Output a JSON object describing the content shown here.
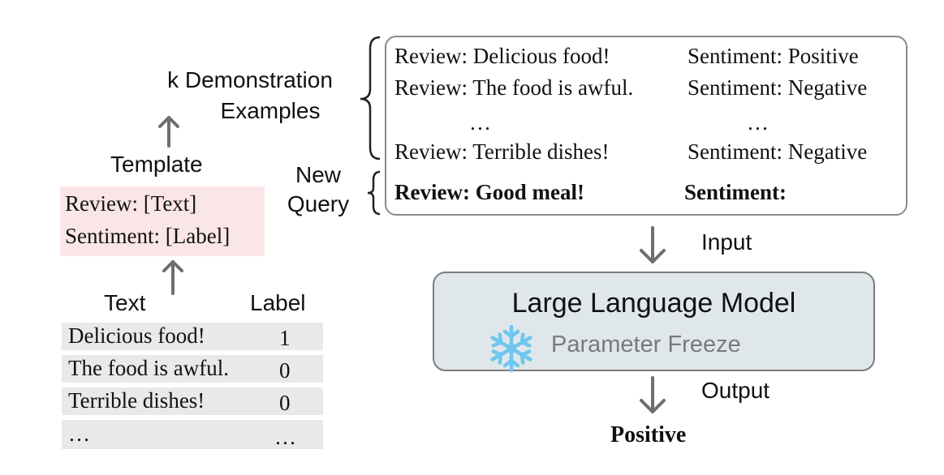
{
  "left": {
    "demo_label_line1": "k Demonstration",
    "demo_label_line2": "Examples",
    "template_label": "Template",
    "template_lines": [
      "Review: [Text]",
      "Sentiment: [Label]"
    ],
    "table_headers": [
      "Text",
      "Label"
    ],
    "table_rows": [
      {
        "text": "Delicious food!",
        "label": "1"
      },
      {
        "text": "The food is awful.",
        "label": "0"
      },
      {
        "text": "Terrible dishes!",
        "label": "0"
      },
      {
        "text": "…",
        "label": "…"
      }
    ]
  },
  "prompt": {
    "demonstrations": [
      {
        "review": "Review: Delicious food!",
        "sentiment": "Sentiment: Positive"
      },
      {
        "review": "Review: The food is awful.",
        "sentiment": "Sentiment: Negative"
      },
      {
        "review": "…",
        "sentiment": "…"
      },
      {
        "review": "Review: Terrible dishes!",
        "sentiment": "Sentiment: Negative"
      }
    ],
    "query": {
      "review": "Review: Good meal!",
      "sentiment": "Sentiment:"
    },
    "new_query_label_line1": "New",
    "new_query_label_line2": "Query"
  },
  "flow": {
    "input_label": "Input",
    "output_label": "Output",
    "model_title": "Large Language Model",
    "model_subtitle": "Parameter Freeze",
    "result": "Positive"
  },
  "colors": {
    "template_bg": "#fbe6e7",
    "table_row_bg": "#e9e9e9",
    "model_bg": "#dfe7ea",
    "snowflake": "#6fc6ee"
  },
  "icons": [
    "snowflake-icon"
  ]
}
